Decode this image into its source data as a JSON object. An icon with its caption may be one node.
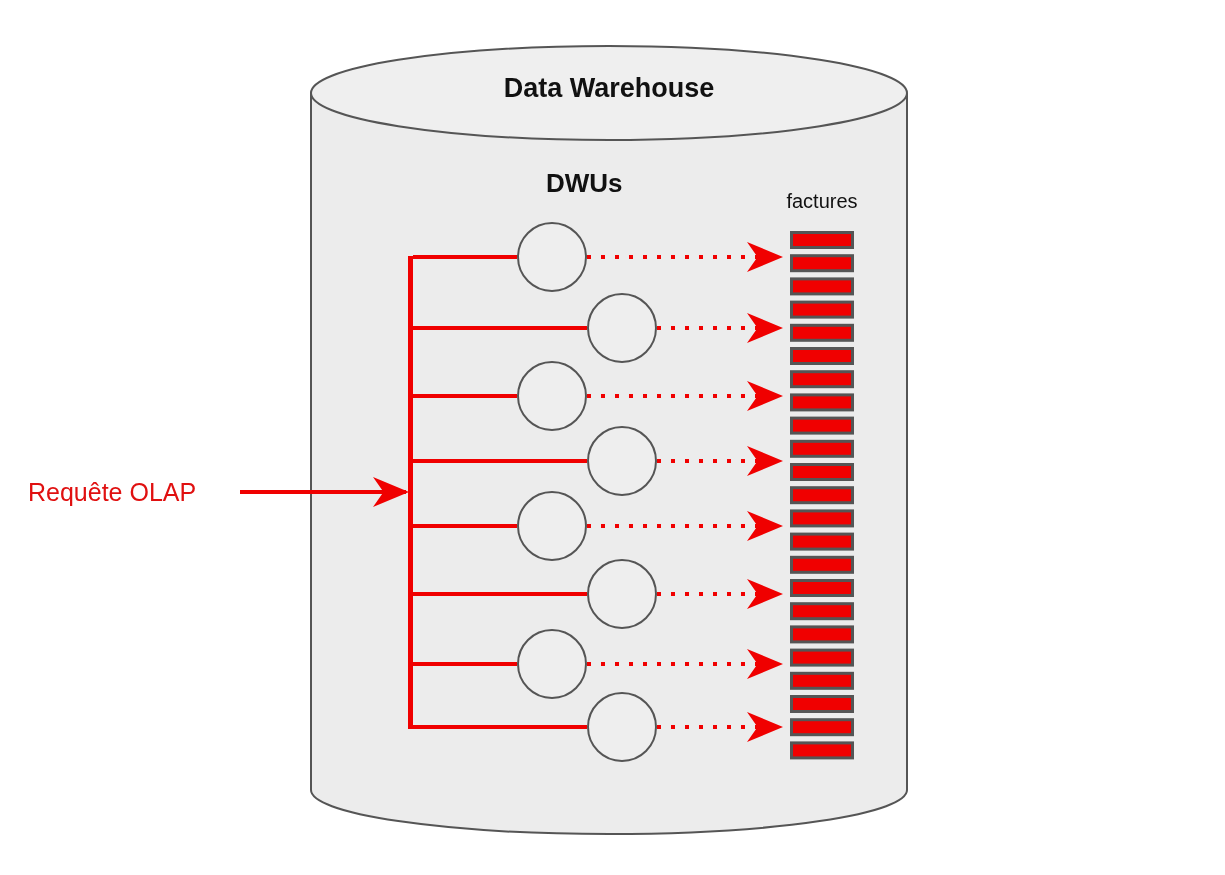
{
  "diagram": {
    "nodes": [
      {
        "text": [
          "Data Warehouse"
        ]
      },
      {
        "text": [
          "Requête OLAP"
        ]
      },
      {
        "text": [],
        "shape": "bar",
        "in": 0
      },
      {
        "text": [],
        "shape": "circle",
        "in": 0
      },
      {
        "text": [],
        "shape": "circle",
        "in": 0
      },
      {
        "text": [],
        "shape": "circle",
        "in": 0
      },
      {
        "text": [],
        "shape": "circle",
        "in": 0
      },
      {
        "text": [],
        "shape": "circle",
        "in": 0
      },
      {
        "text": [],
        "shape": "circle",
        "in": 0
      },
      {
        "text": [],
        "shape": "circle",
        "in": 0
      },
      {
        "text": [],
        "shape": "circle",
        "in": 0
      },
      {
        "text": [
          "factures"
        ],
        "in": 0
      }
    ],
    "edges": [
      {
        "from": 1,
        "to": 2,
        "arrow": "to"
      },
      {
        "from": 2,
        "to": 3,
        "arrow": "none"
      },
      {
        "from": 2,
        "to": 4,
        "arrow": "none"
      },
      {
        "from": 2,
        "to": 5,
        "arrow": "none"
      },
      {
        "from": 2,
        "to": 6,
        "arrow": "none"
      },
      {
        "from": 2,
        "to": 7,
        "arrow": "none"
      },
      {
        "from": 2,
        "to": 8,
        "arrow": "none"
      },
      {
        "from": 2,
        "to": 9,
        "arrow": "none"
      },
      {
        "from": 2,
        "to": 10,
        "arrow": "none"
      },
      {
        "from": 3,
        "to": 11,
        "arrow": "to",
        "style": "dashed"
      },
      {
        "from": 4,
        "to": 11,
        "arrow": "to",
        "style": "dashed"
      },
      {
        "from": 5,
        "to": 11,
        "arrow": "to",
        "style": "dashed"
      },
      {
        "from": 6,
        "to": 11,
        "arrow": "to",
        "style": "dashed"
      },
      {
        "from": 7,
        "to": 11,
        "arrow": "to",
        "style": "dashed"
      },
      {
        "from": 8,
        "to": 11,
        "arrow": "to",
        "style": "dashed"
      },
      {
        "from": 9,
        "to": 11,
        "arrow": "to",
        "style": "dashed"
      },
      {
        "from": 10,
        "to": 11,
        "arrow": "to",
        "style": "dashed"
      }
    ],
    "labels": [
      "DWUs"
    ]
  }
}
